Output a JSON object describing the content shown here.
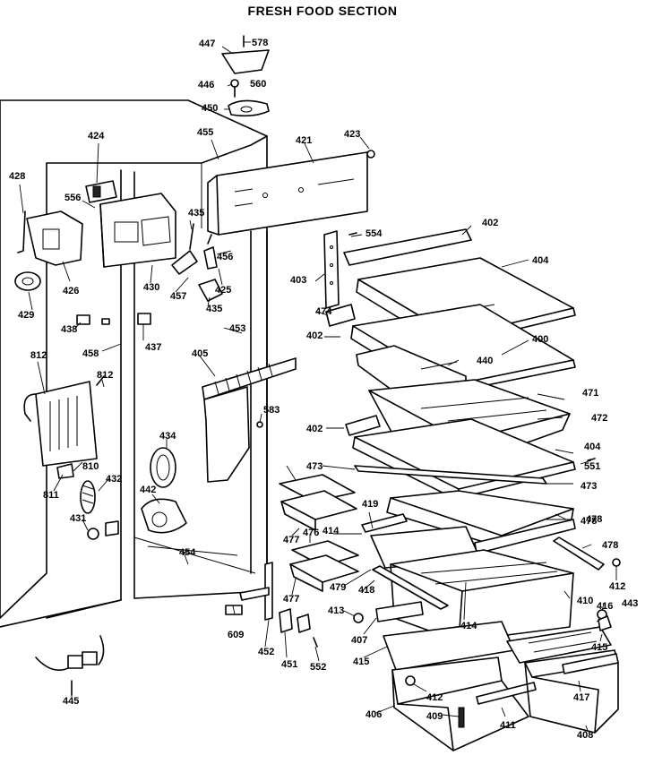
{
  "title": "FRESH FOOD SECTION",
  "part_labels": [
    "447",
    "578",
    "446",
    "560",
    "450",
    "455",
    "421",
    "423",
    "424",
    "428",
    "556",
    "435",
    "426",
    "429",
    "456",
    "425",
    "430",
    "457",
    "435",
    "402",
    "554",
    "403",
    "404",
    "474",
    "400",
    "402",
    "440",
    "438",
    "437",
    "453",
    "458",
    "812",
    "812",
    "405",
    "471",
    "583",
    "472",
    "402",
    "404",
    "551",
    "473",
    "473",
    "478",
    "810",
    "434",
    "811",
    "432",
    "442",
    "431",
    "477",
    "476",
    "419",
    "414",
    "478",
    "478",
    "454",
    "412",
    "479",
    "418",
    "477",
    "410",
    "414",
    "413",
    "443",
    "416",
    "415",
    "609",
    "407",
    "452",
    "451",
    "552",
    "415",
    "445",
    "412",
    "417",
    "406",
    "409",
    "411",
    "408"
  ]
}
